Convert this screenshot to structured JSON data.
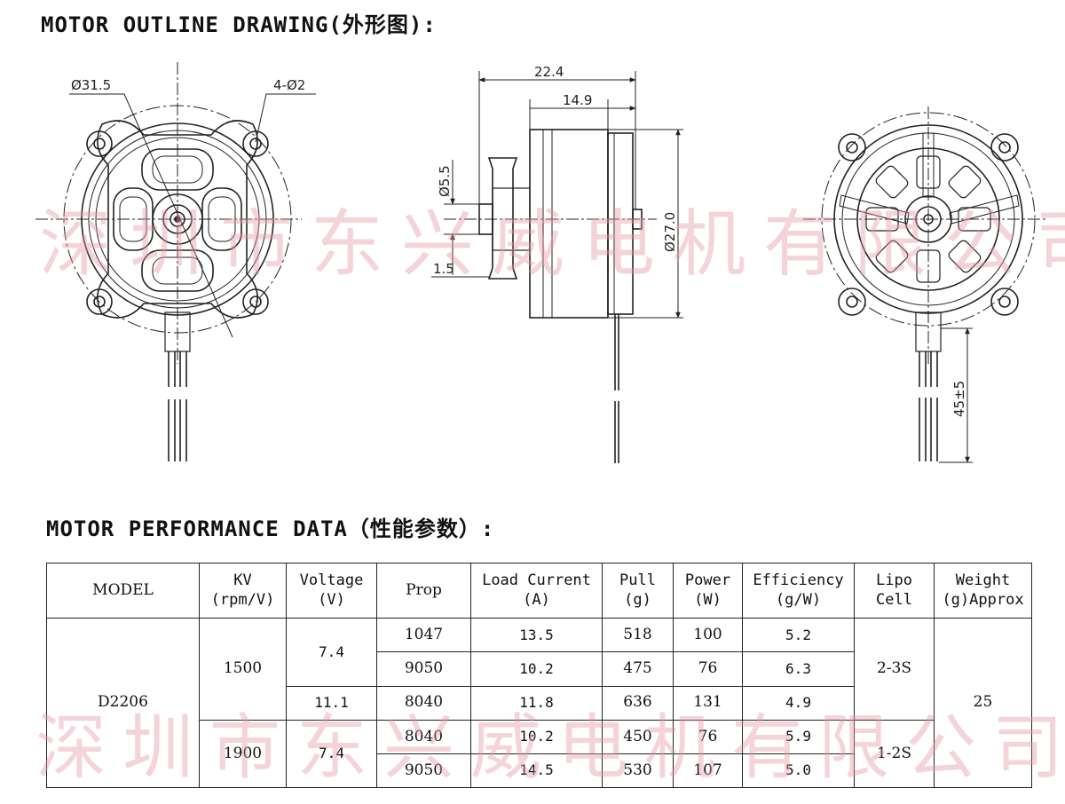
{
  "headings": {
    "outline": "MOTOR OUTLINE DRAWING(外形图):",
    "performance": "MOTOR PERFORMANCE DATA（性能参数）:"
  },
  "watermark": "深圳市东兴威电机有限公司",
  "dimensions": {
    "housing_diameter": "Ø31.5",
    "mount_holes": "4-Ø2",
    "total_length": "22.4",
    "body_length": "14.9",
    "shaft_diameter": "Ø5.5",
    "flange_thickness": "1.5",
    "body_diameter": "Ø27.0",
    "lead_length": "45±5"
  },
  "table": {
    "headers": {
      "model": "MODEL",
      "kv_1": "KV",
      "kv_2": "(rpm/V)",
      "voltage_1": "Voltage",
      "voltage_2": "(V)",
      "prop": "Prop",
      "current_1": "Load Current",
      "current_2": "(A)",
      "pull_1": "Pull",
      "pull_2": "(g)",
      "power_1": "Power",
      "power_2": "(W)",
      "efficiency_1": "Efficiency",
      "efficiency_2": "(g/W)",
      "lipo_1": "Lipo",
      "lipo_2": "Cell",
      "weight_1": "Weight",
      "weight_2": "(g)Approx"
    },
    "model": "D2206",
    "weight": "25",
    "groups": [
      {
        "kv": "1500",
        "lipo": "2-3S",
        "rows": [
          {
            "voltage": "7.4",
            "prop": "1047",
            "current": "13.5",
            "pull": "518",
            "power": "100",
            "efficiency": "5.2"
          },
          {
            "voltage": "",
            "prop": "9050",
            "current": "10.2",
            "pull": "475",
            "power": "76",
            "efficiency": "6.3"
          },
          {
            "voltage": "11.1",
            "prop": "8040",
            "current": "11.8",
            "pull": "636",
            "power": "131",
            "efficiency": "4.9"
          }
        ]
      },
      {
        "kv": "1900",
        "lipo": "1-2S",
        "rows": [
          {
            "voltage": "7.4",
            "prop": "8040",
            "current": "10.2",
            "pull": "450",
            "power": "76",
            "efficiency": "5.9"
          },
          {
            "voltage": "",
            "prop": "9050",
            "current": "14.5",
            "pull": "530",
            "power": "107",
            "efficiency": "5.0"
          }
        ]
      }
    ]
  }
}
